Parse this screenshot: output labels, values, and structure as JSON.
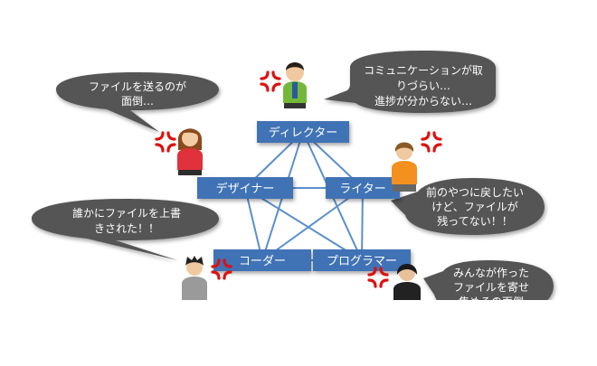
{
  "roles": {
    "director": "ディレクター",
    "designer": "デザイナー",
    "writer": "ライター",
    "coder": "コーダー",
    "programmer": "プログラマー"
  },
  "bubbles": {
    "director": [
      "コミュニケーションが取",
      "りづらい…",
      "進捗が分からない…"
    ],
    "designer": [
      "ファイルを送るのが",
      "面倒…"
    ],
    "writer": [
      "前のやつに戻したい",
      "けど、ファイルが",
      "残ってない！！"
    ],
    "coder": [
      "誰かにファイルを上書",
      "きされた！！"
    ],
    "programmer": [
      "みんなが作った",
      "ファイルを寄せ",
      "集めるの面倒"
    ]
  },
  "colors": {
    "role_box": "#3f73b5",
    "role_text": "#ffffff",
    "network_line": "#5b8fcb",
    "bubble": "#555555",
    "bubble_text": "#ffffff",
    "anger": "#dd1111"
  }
}
